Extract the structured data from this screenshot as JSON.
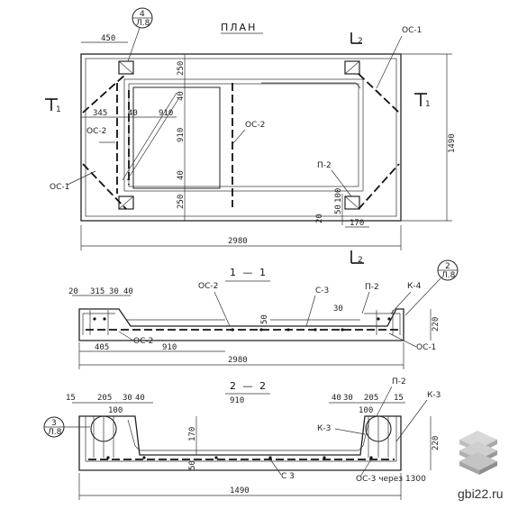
{
  "plan": {
    "title": "ПЛАН",
    "dims": {
      "d450": "450",
      "d345": "345",
      "d40a": "40",
      "d910a": "910",
      "d250a": "250",
      "d40b": "40",
      "d910b": "910",
      "d40c": "40",
      "d250b": "250",
      "d1490": "1490",
      "d2980": "2980",
      "d100": "100",
      "d50": "50",
      "d20": "20",
      "d170": "170"
    },
    "labels": {
      "oc1_top": "ОС-1",
      "oc1_left": "ОС-1",
      "oc2_left": "ОС-2",
      "oc2_mid": "ОС-2",
      "p2": "П-2"
    },
    "callout": {
      "top": "4",
      "bottom": "Л.8"
    },
    "section_marks": {
      "s1_left": "1",
      "s1_right": "1",
      "s2_top": "2",
      "s2_bottom": "2"
    }
  },
  "section1": {
    "title": "1 — 1",
    "dims": {
      "d20": "20",
      "d315": "315",
      "d30": "30",
      "d40": "40",
      "d405": "405",
      "d910": "910",
      "d2980": "2980",
      "d50": "50",
      "d220": "220",
      "d30r": "30"
    },
    "labels": {
      "oc2a": "ОС-2",
      "oc2b": "ОС-2",
      "c3": "С-3",
      "p2": "П-2",
      "k4": "К-4",
      "oc1": "ОС-1"
    },
    "callout": {
      "top": "2",
      "bottom": "Л.8"
    }
  },
  "section2": {
    "title": "2 — 2",
    "dims": {
      "d15a": "15",
      "d205a": "205",
      "d30a": "30",
      "d40a": "40",
      "d100a": "100",
      "d910": "910",
      "d40b": "40",
      "d30b": "30",
      "d205b": "205",
      "d15b": "15",
      "d100b": "100",
      "d170": "170",
      "d50": "50",
      "d220": "220",
      "d1490": "1490"
    },
    "labels": {
      "p2": "П-2",
      "k3a": "К-3",
      "k3b": "К-3",
      "c3": "С 3",
      "oc3": "ОС-3 через 1300"
    },
    "callout": {
      "top": "3",
      "bottom": "Л.8"
    }
  },
  "watermark": {
    "text": "gbi22.ru"
  }
}
